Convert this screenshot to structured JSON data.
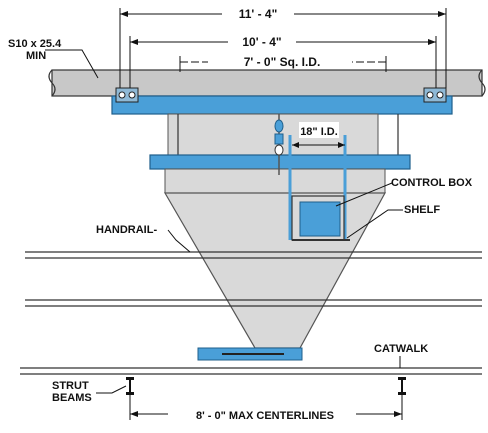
{
  "dimensions": {
    "overall_width": "11' - 4\"",
    "beam_centers": "10' - 4\"",
    "hopper_id": "7' - 0\" Sq. I.D.",
    "outlet_id": "18\" I.D.",
    "catwalk_centerlines": "8' - 0\" MAX CENTERLINES"
  },
  "labels": {
    "beam_spec_line1": "S10 x 25.4",
    "beam_spec_line2": "MIN",
    "control_box": "CONTROL BOX",
    "shelf": "SHELF",
    "handrail": "HANDRAIL-",
    "catwalk": "CATWALK",
    "strut_line1": "STRUT",
    "strut_line2": "BEAMS"
  },
  "colors": {
    "frame_blue": "#4a9fd8",
    "hopper_gray": "#d9d9d9",
    "beam_gray": "#c8c8c8"
  }
}
